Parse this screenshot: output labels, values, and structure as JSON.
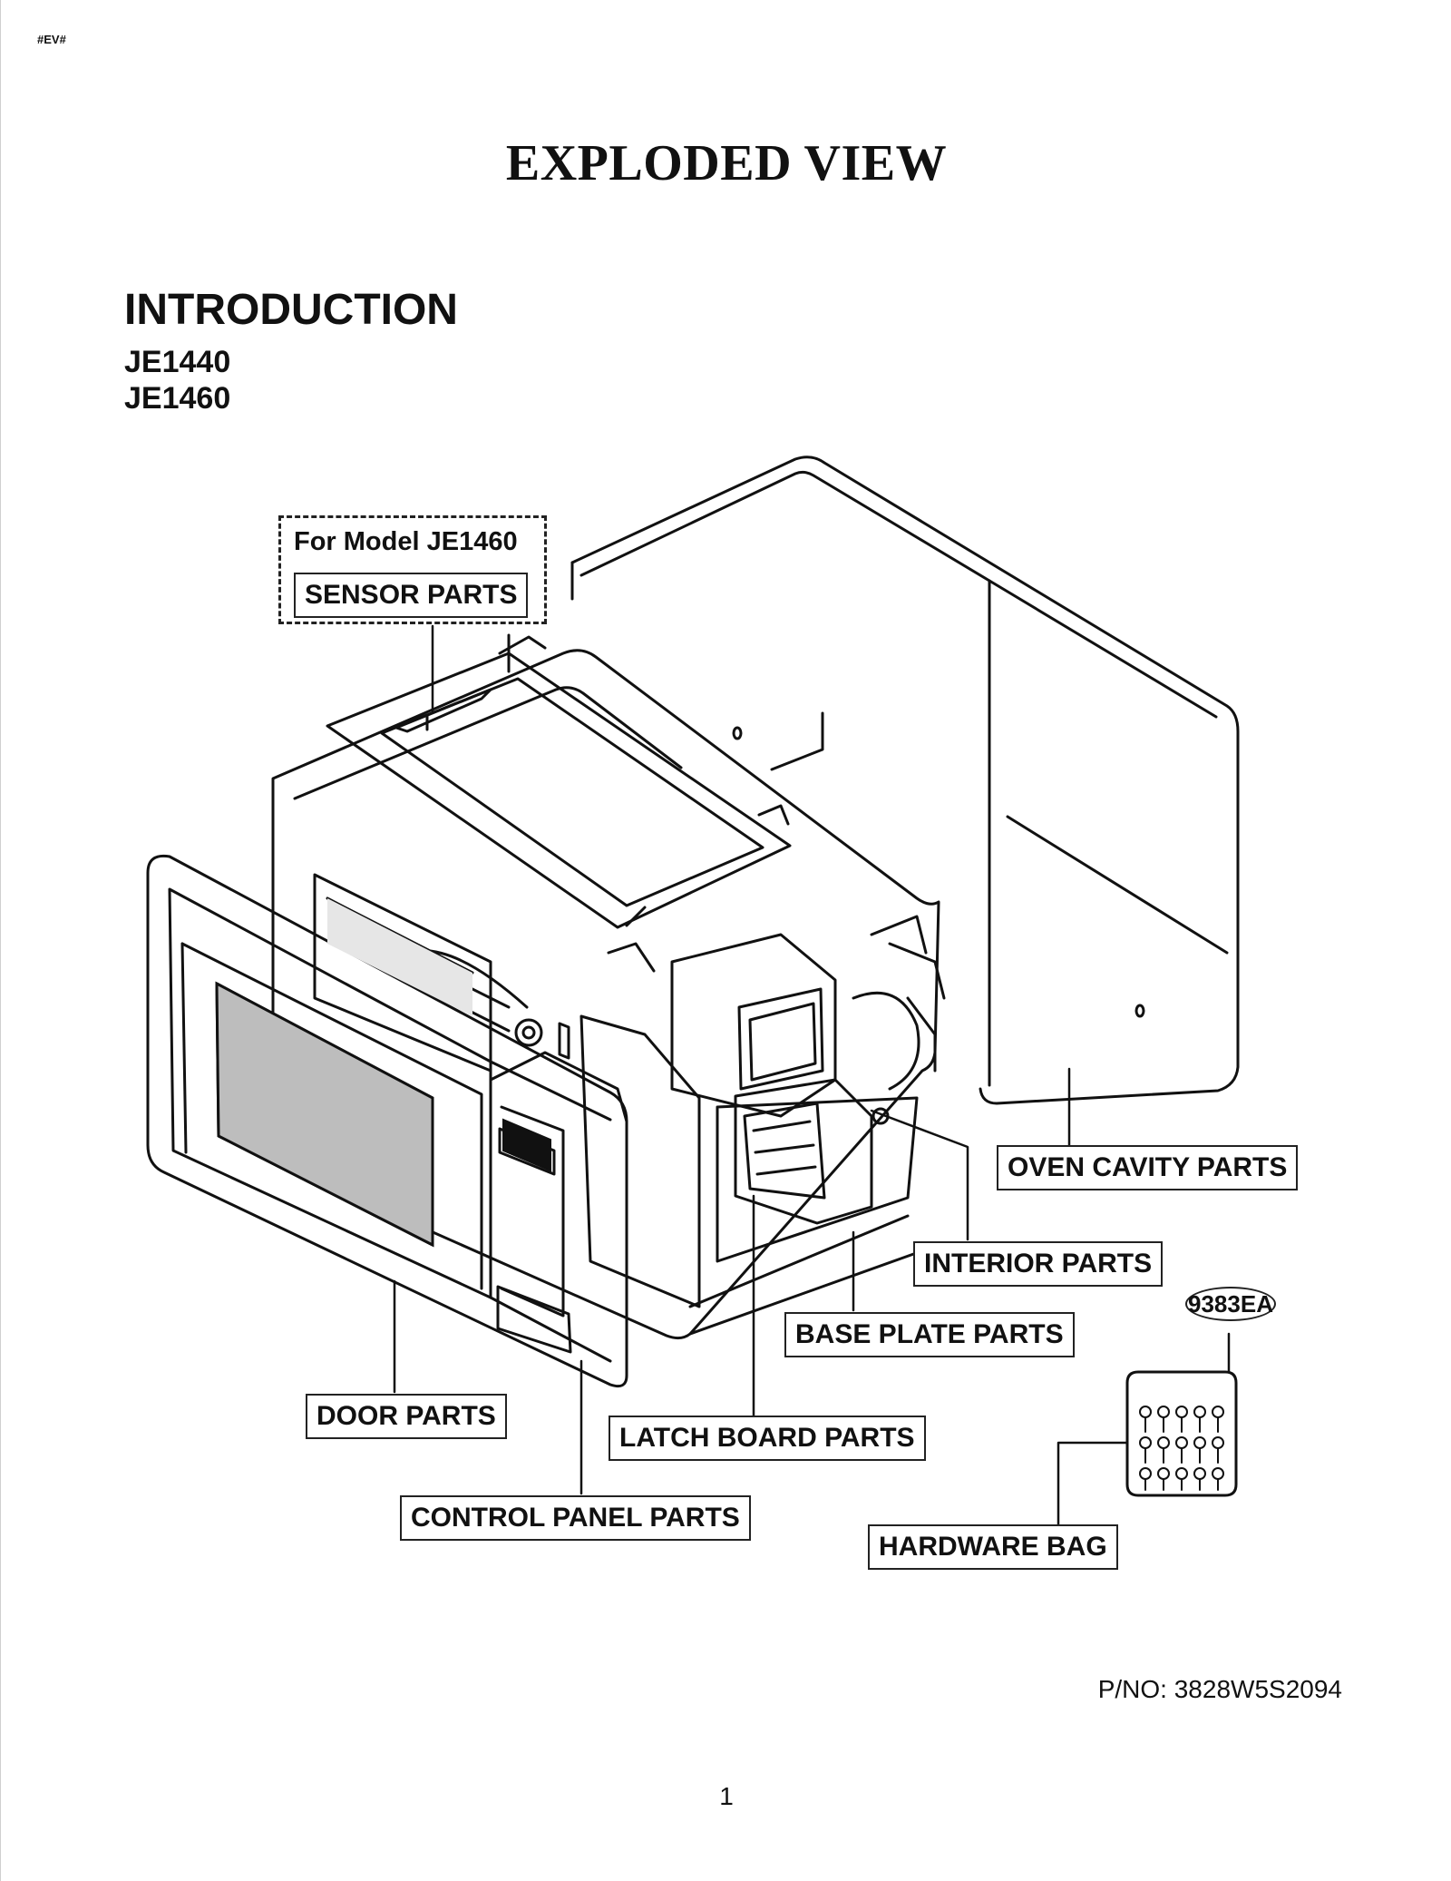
{
  "header": {
    "code_tag": "#EV#",
    "title": "EXPLODED VIEW"
  },
  "section": {
    "heading": "INTRODUCTION",
    "models": [
      "JE1440",
      "JE1460"
    ]
  },
  "diagram": {
    "sensor_group": {
      "model_note": "For Model JE1460",
      "label": "SENSOR PARTS"
    },
    "labels": {
      "oven_cavity": "OVEN CAVITY PARTS",
      "interior": "INTERIOR PARTS",
      "base_plate": "BASE PLATE PARTS",
      "door": "DOOR PARTS",
      "latch_board": "LATCH BOARD PARTS",
      "control_panel": "CONTROL PANEL PARTS",
      "hardware_bag": "HARDWARE BAG"
    },
    "hardware_part_code": "9383EA"
  },
  "footer": {
    "part_number": "P/NO: 3828W5S2094",
    "page_number": "1"
  }
}
